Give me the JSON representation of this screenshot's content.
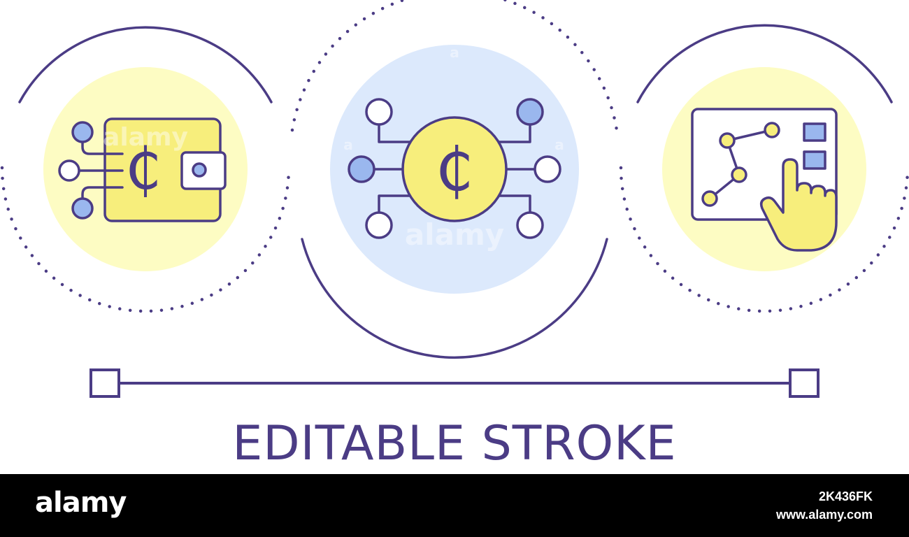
{
  "headline": "EDITABLE STROKE",
  "currency_symbol": "₵",
  "colors": {
    "ink": "#4b3c85",
    "yellow_bg": "#fdfcc3",
    "yellow_fill": "#f7ee7c",
    "blue_bg": "#dce9fc",
    "blue_fill": "#9ab7ee",
    "white": "#ffffff"
  },
  "watermarks": [
    "alamy",
    "alamy",
    "a",
    "a",
    "a",
    "a"
  ],
  "icons": [
    {
      "name": "crypto-wallet-icon"
    },
    {
      "name": "cedi-network-icon"
    },
    {
      "name": "touch-dashboard-icon"
    }
  ],
  "footer": {
    "logo": "alamy",
    "image_id": "2K436FK",
    "site": "www.alamy.com"
  }
}
